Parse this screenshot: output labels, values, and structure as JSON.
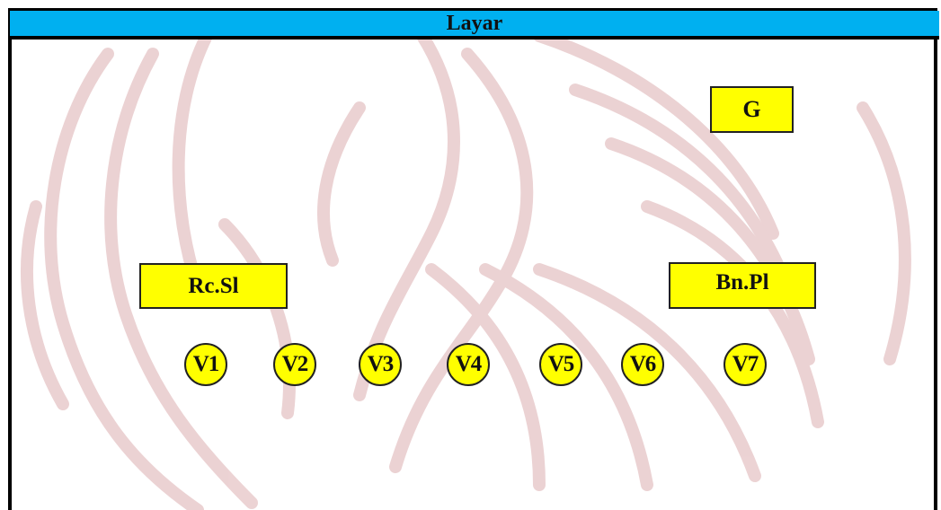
{
  "screen": {
    "label": "Layar",
    "color": "#00b0f0"
  },
  "desks": {
    "g_label": "G",
    "rcsl_label": "Rc.Sl",
    "bnpl_label": "Bn.Pl"
  },
  "seats": [
    "V1",
    "V2",
    "V3",
    "V4",
    "V5",
    "V6",
    "V7"
  ],
  "colors": {
    "fill": "#ffff00",
    "outline": "#000000",
    "watermark": "#d9a3a6"
  }
}
